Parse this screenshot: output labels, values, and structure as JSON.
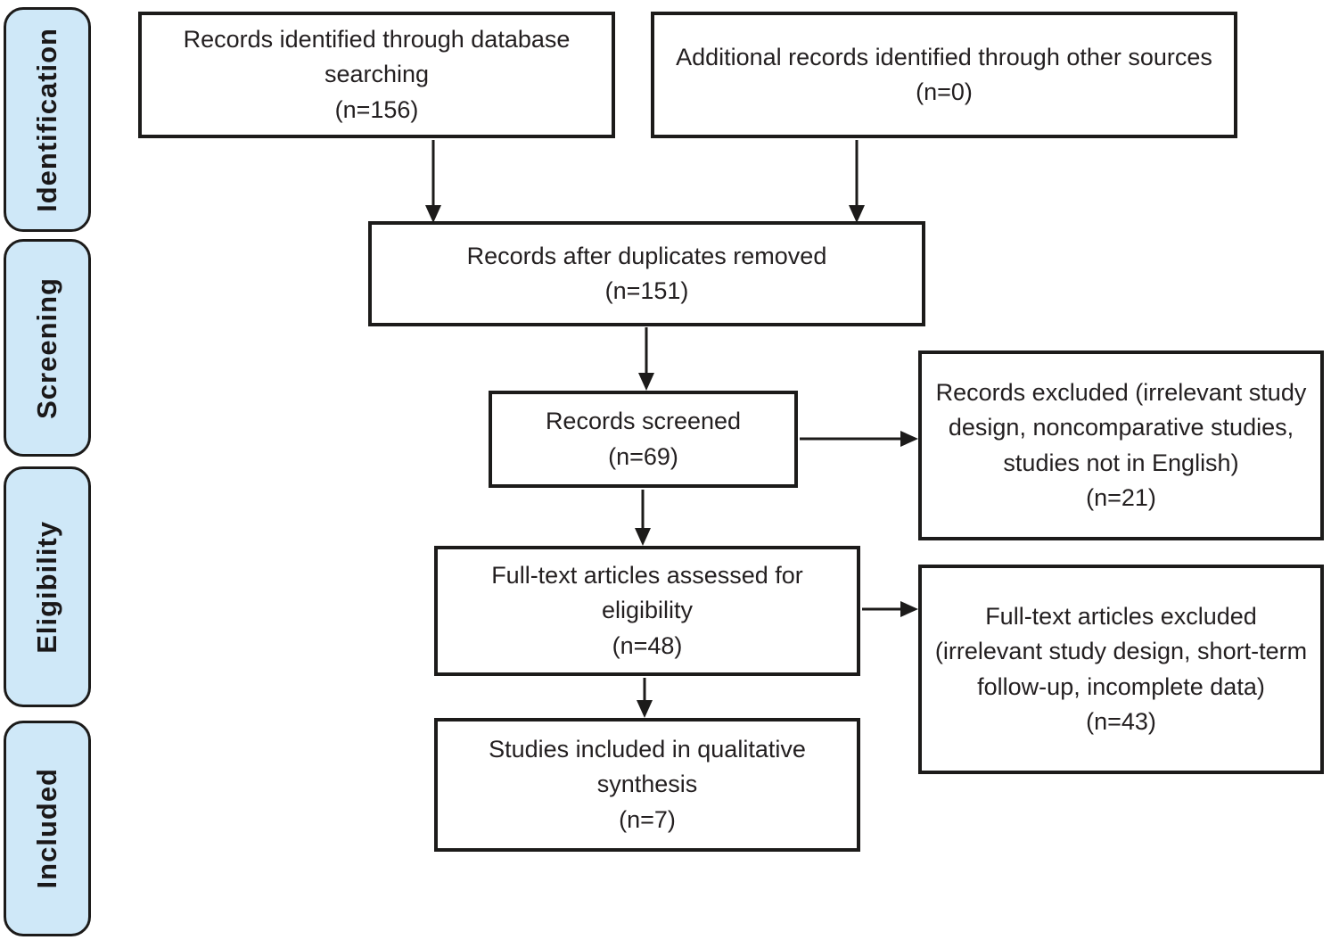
{
  "diagram": {
    "phases": [
      {
        "label": "Identification"
      },
      {
        "label": "Screening"
      },
      {
        "label": "Eligibility"
      },
      {
        "label": "Included"
      }
    ],
    "boxes": {
      "records_identified": {
        "text": "Records identified through database searching",
        "count": "(n=156)"
      },
      "additional_records": {
        "text": "Additional records identified through other sources",
        "count": "(n=0)"
      },
      "after_duplicates": {
        "text": "Records after duplicates removed",
        "count": "(n=151)"
      },
      "records_screened": {
        "text": "Records screened",
        "count": "(n=69)"
      },
      "records_excluded": {
        "text": "Records excluded (irrelevant study design, noncomparative studies, studies not in English)",
        "count": "(n=21)"
      },
      "fulltext_assessed": {
        "text": "Full-text articles assessed for eligibility",
        "count": "(n=48)"
      },
      "fulltext_excluded": {
        "text": "Full-text articles excluded (irrelevant study design, short-term follow-up, incomplete data)",
        "count": "(n=43)"
      },
      "studies_included": {
        "text": "Studies included in qualitative synthesis",
        "count": "(n=7)"
      }
    },
    "colors": {
      "phase_fill": "#cfe8f8",
      "line": "#1c1b1a",
      "box_fill": "#ffffff",
      "text": "#231f20"
    }
  }
}
